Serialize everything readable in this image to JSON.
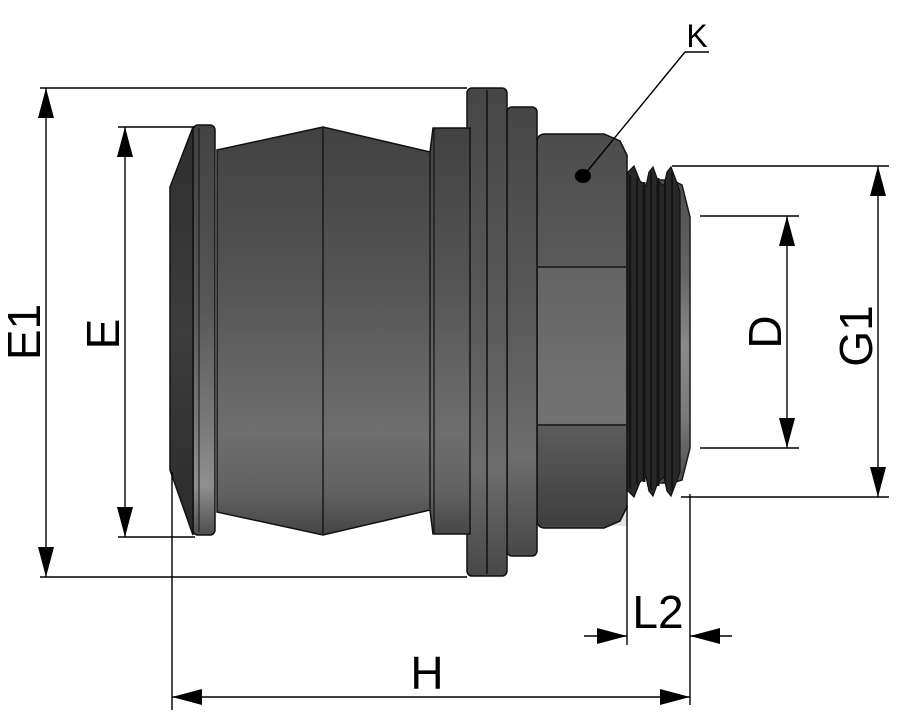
{
  "drawing": {
    "type": "technical-dimension-drawing",
    "subject": "cable-gland-fitting-side-view",
    "dimension_labels": {
      "e1": "E1",
      "e": "E",
      "k": "K",
      "d": "D",
      "g1": "G1",
      "l2": "L2",
      "h": "H"
    },
    "colors": {
      "background": "#ffffff",
      "line": "#000000",
      "body_gray_dark": "#414141",
      "body_gray_mid": "#5a5a5a",
      "body_gray_light": "#757575",
      "cone_face": "#383838",
      "thread_dark": "#282828",
      "cylinder_highlight": "#8a8a8a"
    }
  }
}
